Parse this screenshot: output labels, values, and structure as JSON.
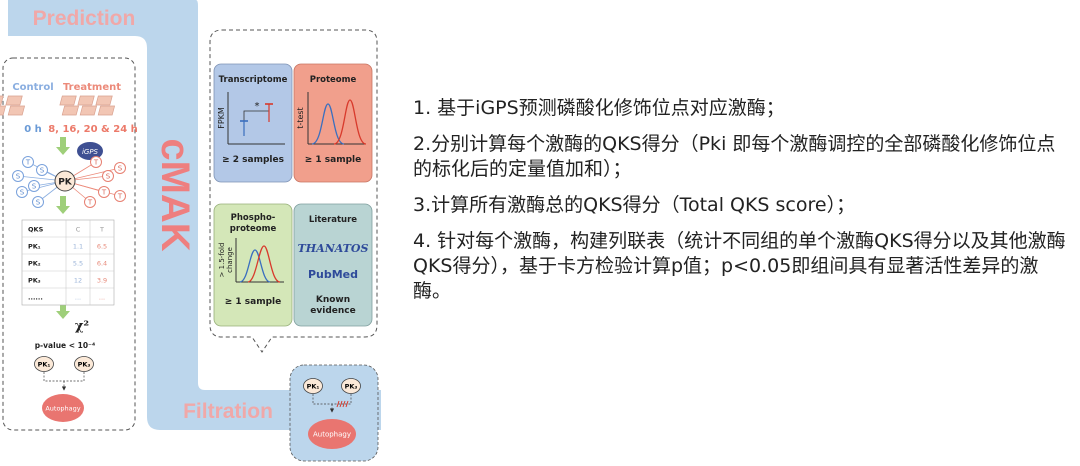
{
  "diagram": {
    "prediction_title": "Prediction",
    "cmak_label": "cMAK",
    "filtration_title": "Filtration",
    "control_label": "Control",
    "treatment_label": "Treatment",
    "control_time": "0 h",
    "treatment_time": "8, 16, 20 & 24 h",
    "igps_label": "iGPS",
    "pk_label": "PK",
    "site_s": "S",
    "site_t": "T",
    "qks_table": {
      "headers": [
        "QKS",
        "C",
        "T"
      ],
      "rows": [
        [
          "PK₁",
          "1.1",
          "6.5"
        ],
        [
          "PK₂",
          "5.5",
          "6.4"
        ],
        [
          "PK₃",
          "12",
          "3.9"
        ],
        [
          "......",
          "...",
          "..."
        ]
      ]
    },
    "chi_square": "χ²",
    "pvalue_label": "p-value < 10⁻⁴",
    "pk1": "PK₁",
    "pk3": "PK₃",
    "autophagy": "Autophagy",
    "panels": {
      "transcriptome": {
        "title": "Transcriptome",
        "ylabel": "FPKM",
        "star": "*",
        "criterion": "≥ 2 samples"
      },
      "proteome": {
        "title": "Proteome",
        "ylabel": "t-test",
        "criterion": "≥ 1 sample"
      },
      "phospho": {
        "title1": "Phospho-",
        "title2": "proteome",
        "ylabel1": "> 1.5-fold",
        "ylabel2": "change",
        "criterion": "≥ 1 sample"
      },
      "literature": {
        "title": "Literature",
        "thanatos": "THANATOS",
        "pubmed": "PubMed",
        "known1": "Known",
        "known2": "evidence"
      }
    },
    "colors": {
      "band": "#bcd6ec",
      "prediction_text": "#f0a8a8",
      "cmak_text": "#ee7f7f",
      "transcriptome_bg": "#b3c8e7",
      "proteome_bg": "#f19f8c",
      "phospho_bg": "#d4e7b8",
      "literature_bg": "#b9d4d3"
    }
  },
  "steps": [
    "1. 基于iGPS预测磷酸化修饰位点对应激酶；",
    "2.分别计算每个激酶的QKS得分（Pki 即每个激酶调控的全部磷酸化修饰位点的标化后的定量值加和）；",
    "3.计算所有激酶总的QKS得分（Total  QKS score）；",
    "4. 针对每个激酶，构建列联表（统计不同组的单个激酶QKS得分以及其他激酶QKS得分），基于卡方检验计算p值；p<0.05即组间具有显著活性差异的激酶。"
  ]
}
